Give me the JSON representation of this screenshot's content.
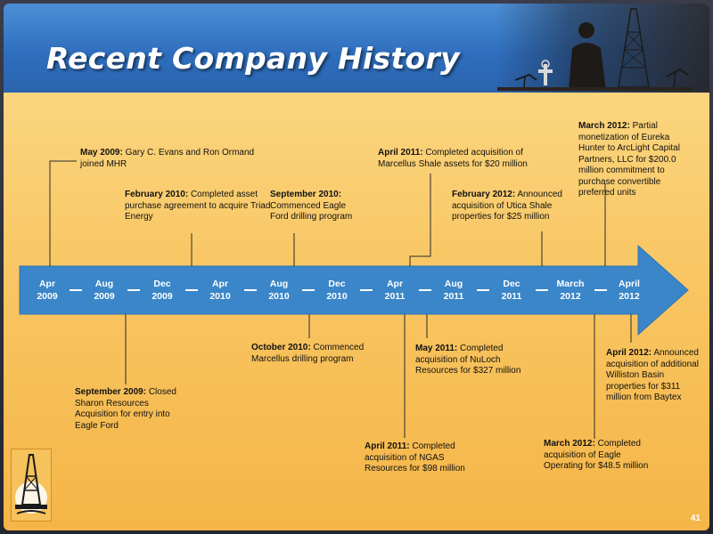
{
  "header": {
    "title": "Recent Company History"
  },
  "footer": {
    "page_number": "41"
  },
  "colors": {
    "arrow": "#3a86c8",
    "connector": "#2b2b2b",
    "background_top": "#fbd57e",
    "background_bottom": "#f5b548",
    "header": "#3a7dcb"
  },
  "timeline": {
    "dates": [
      {
        "month": "Apr",
        "year": "2009"
      },
      {
        "month": "Aug",
        "year": "2009"
      },
      {
        "month": "Dec",
        "year": "2009"
      },
      {
        "month": "Apr",
        "year": "2010"
      },
      {
        "month": "Aug",
        "year": "2010"
      },
      {
        "month": "Dec",
        "year": "2010"
      },
      {
        "month": "Apr",
        "year": "2011"
      },
      {
        "month": "Aug",
        "year": "2011"
      },
      {
        "month": "Dec",
        "year": "2011"
      },
      {
        "month": "March",
        "year": "2012"
      },
      {
        "month": "April",
        "year": "2012"
      }
    ],
    "events": [
      {
        "date": "May 2009:",
        "text": "Gary C. Evans and Ron Ormand joined MHR"
      },
      {
        "date": "September 2009:",
        "text": "Closed Sharon Resources Acquisition for entry into Eagle Ford"
      },
      {
        "date": "February 2010:",
        "text": "Completed asset purchase agreement to acquire Triad Energy"
      },
      {
        "date": "September 2010:",
        "text": "Commenced Eagle Ford drilling program"
      },
      {
        "date": "October 2010:",
        "text": "Commenced Marcellus drilling program"
      },
      {
        "date": "April 2011:",
        "text": "Completed acquisition of Marcellus Shale assets for $20 million"
      },
      {
        "date": "April 2011:",
        "text": "Completed acquisition of NGAS Resources for $98 million"
      },
      {
        "date": "May 2011:",
        "text": "Completed acquisition of NuLoch Resources for $327 million"
      },
      {
        "date": "February 2012:",
        "text": "Announced acquisition of Utica Shale properties for $25 million"
      },
      {
        "date": "March 2012:",
        "text": "Partial monetization of Eureka Hunter to ArcLight Capital Partners, LLC for $200.0 million commitment to purchase convertible preferred units"
      },
      {
        "date": "March 2012:",
        "text": "Completed acquisition of Eagle Operating for $48.5 million"
      },
      {
        "date": "April 2012:",
        "text": "Announced acquisition of additional Williston Basin properties for $311 million from Baytex"
      }
    ]
  }
}
